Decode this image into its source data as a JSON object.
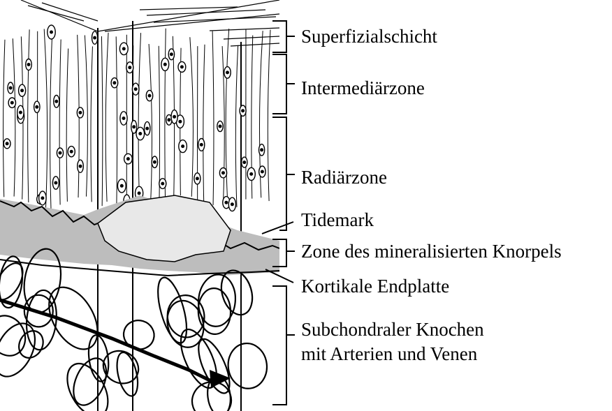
{
  "figure": {
    "labels": [
      {
        "id": "superfizial",
        "text": "Superfizialschicht"
      },
      {
        "id": "intermediar",
        "text": "Intermediärzone"
      },
      {
        "id": "radiar",
        "text": "Radiärzone"
      },
      {
        "id": "tidemark",
        "text": "Tidemark"
      },
      {
        "id": "mineral",
        "text": "Zone des mineralisierten Knorpels"
      },
      {
        "id": "kortikal",
        "text": "Kortikale Endplatte"
      },
      {
        "id": "subchondral1",
        "text": "Subchondraler Knochen"
      },
      {
        "id": "subchondral2",
        "text": "mit Arterien und Venen"
      }
    ],
    "colors": {
      "ink": "#000000",
      "mineralized_band": "#bdbdbd",
      "background": "#ffffff"
    }
  }
}
